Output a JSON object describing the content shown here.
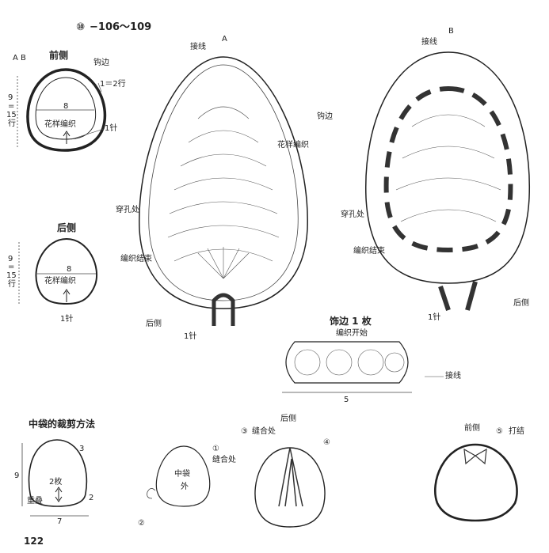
{
  "header": {
    "circled": "⑩",
    "range": "−106～109"
  },
  "front": {
    "ab": "A B",
    "title": "前侧",
    "edge": "钩边",
    "rows": "1＝2行",
    "height": "9",
    "eq": "=",
    "rows_count": "15",
    "row_unit": "行",
    "width": "8",
    "pattern": "花样编织",
    "start": "1针"
  },
  "back": {
    "title": "后侧",
    "height": "9",
    "eq": "=",
    "rows_count": "15",
    "row_unit": "行",
    "width": "8",
    "pattern": "花样编织",
    "start": "1针"
  },
  "diagram_a": {
    "letter": "A",
    "join": "接线",
    "edge": "钩边",
    "pattern": "花样编织",
    "thread": "穿孔处",
    "finish": "编织结束",
    "back_side": "后侧",
    "start": "1针"
  },
  "diagram_b": {
    "letter": "B",
    "join": "接线",
    "thread": "穿孔处",
    "finish": "编织结束",
    "back_side": "后侧",
    "start": "1针"
  },
  "trim": {
    "title": "饰边 1 枚",
    "start": "编织开始",
    "join": "接线",
    "width": "5"
  },
  "cut": {
    "title": "中袋的裁剪方法",
    "height": "9",
    "count": "2枚",
    "overlap": "重叠",
    "width": "7",
    "m3": "3",
    "m2": "2"
  },
  "bag": {
    "n1": "①",
    "seam": "缝合处",
    "title": "中袋",
    "outer": "外",
    "n2": "②"
  },
  "back_assembly": {
    "title": "后侧",
    "n3": "③",
    "seam": "缝合处",
    "n4": "④"
  },
  "front_assembly": {
    "title": "前侧",
    "n5": "⑤",
    "knot": "打结"
  },
  "page_number": "122"
}
